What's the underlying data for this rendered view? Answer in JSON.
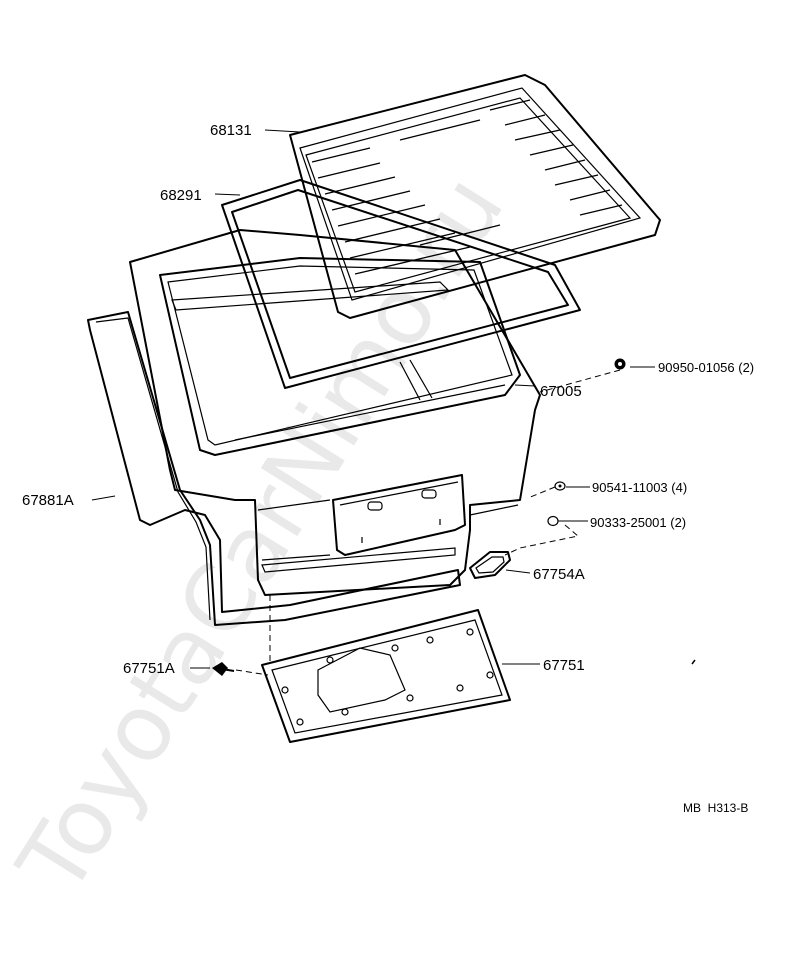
{
  "watermark": "ToyotaCarNimo.ru",
  "diagram_code": "MB  H313-B",
  "parts": [
    {
      "id": "68131",
      "label": "68131"
    },
    {
      "id": "68291",
      "label": "68291"
    },
    {
      "id": "90950",
      "label": "90950-01056 (2)"
    },
    {
      "id": "67005",
      "label": "67005"
    },
    {
      "id": "67881A",
      "label": "67881A"
    },
    {
      "id": "90541",
      "label": "90541-11003 (4)"
    },
    {
      "id": "90333",
      "label": "90333-25001 (2)"
    },
    {
      "id": "67754A",
      "label": "67754A"
    },
    {
      "id": "67751A",
      "label": "67751A"
    },
    {
      "id": "67751",
      "label": "67751"
    }
  ]
}
